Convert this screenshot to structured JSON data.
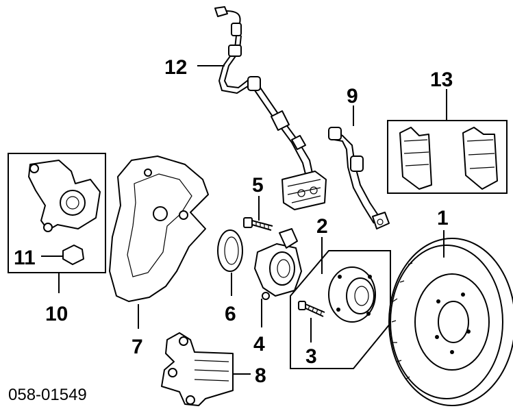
{
  "diagram": {
    "reference_code": "058-01549",
    "callouts": [
      {
        "id": "1",
        "label": "1"
      },
      {
        "id": "2",
        "label": "2"
      },
      {
        "id": "3",
        "label": "3"
      },
      {
        "id": "4",
        "label": "4"
      },
      {
        "id": "5",
        "label": "5"
      },
      {
        "id": "6",
        "label": "6"
      },
      {
        "id": "7",
        "label": "7"
      },
      {
        "id": "8",
        "label": "8"
      },
      {
        "id": "9",
        "label": "9"
      },
      {
        "id": "10",
        "label": "10"
      },
      {
        "id": "11",
        "label": "11"
      },
      {
        "id": "12",
        "label": "12"
      },
      {
        "id": "13",
        "label": "13"
      }
    ]
  }
}
